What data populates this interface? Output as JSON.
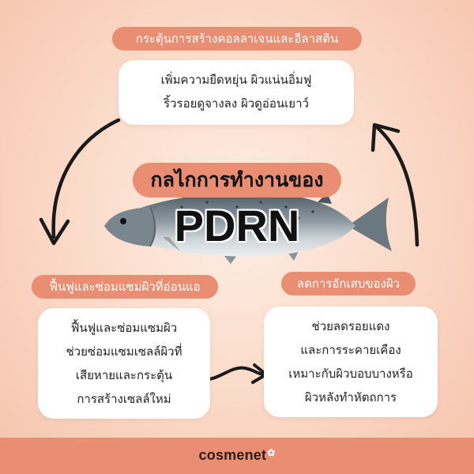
{
  "title": {
    "mechanism": "กลไกการทำงานของ",
    "subject": "PDRN"
  },
  "top": {
    "heading": "กระตุ้นการสร้างคอลลาเจนและอีลาสติน",
    "lines": [
      "เพิ่มความยืดหยุ่น ผิวแน่นอิ่มฟู",
      "ริ้วรอยดูจางลง ผิวดูอ่อนเยาว์"
    ]
  },
  "left": {
    "heading": "ฟื้นฟูและซ่อมแซมผิวที่อ่อนแอ",
    "lines": [
      "ฟื้นฟูและซ่อมแซมผิว",
      "ช่วยซ่อมแซมเซลล์ผิวที่",
      "เสียหายและกระตุ้น",
      "การสร้างเซลล์ใหม่"
    ]
  },
  "right": {
    "heading": "ลดการอักเสบของผิว",
    "lines": [
      "ช่วยลดรอยแดง",
      "และการระคายเคือง",
      "เหมาะกับผิวบอบบางหรือ",
      "ผิวหลังทำหัตถการ"
    ]
  },
  "footer": {
    "brand": "cosmenet",
    "brand_mark_icon": "flower-icon"
  },
  "colors": {
    "accent": "#e98e73",
    "card": "#ffffff",
    "text": "#222222"
  }
}
